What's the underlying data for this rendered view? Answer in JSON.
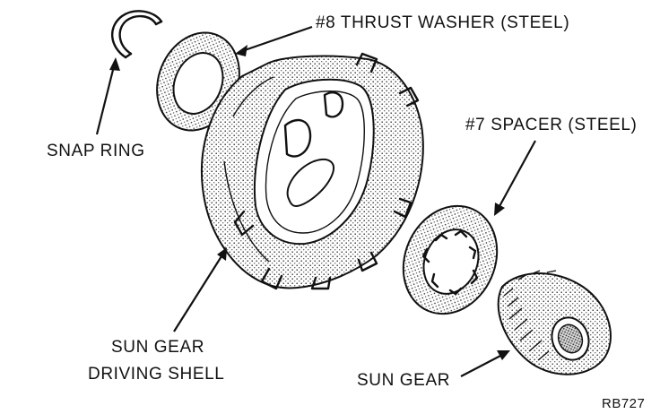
{
  "labels": {
    "thrust_washer": "#8 THRUST WASHER (STEEL)",
    "spacer": "#7 SPACER (STEEL)",
    "snap_ring": "SNAP RING",
    "shell_line1": "SUN GEAR",
    "shell_line2": "DRIVING SHELL",
    "sun_gear": "SUN GEAR",
    "figure_code": "RB727"
  }
}
